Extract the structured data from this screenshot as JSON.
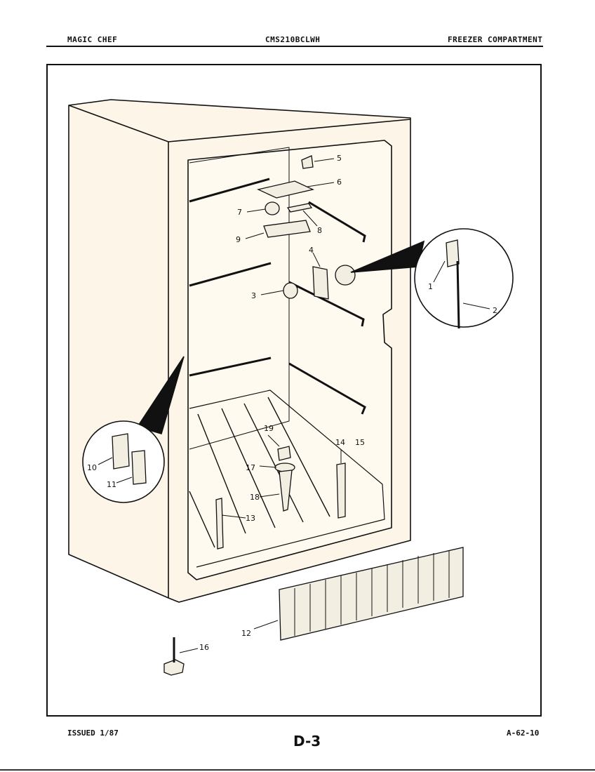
{
  "header": {
    "brand": "MAGIC CHEF",
    "model": "CMS210BCLWH",
    "section": "FREEZER COMPARTMENT"
  },
  "footer": {
    "issued": "ISSUED 1/87",
    "page": "D-3",
    "code": "A-62-10"
  },
  "callouts": {
    "c1": "1",
    "c2": "2",
    "c3": "3",
    "c4": "4",
    "c5": "5",
    "c6": "6",
    "c7": "7",
    "c8": "8",
    "c9": "9",
    "c10": "10",
    "c11": "11",
    "c12": "12",
    "c13": "13",
    "c14": "14",
    "c15": "15",
    "c16": "16",
    "c17": "17",
    "c18": "18",
    "c19": "19"
  }
}
